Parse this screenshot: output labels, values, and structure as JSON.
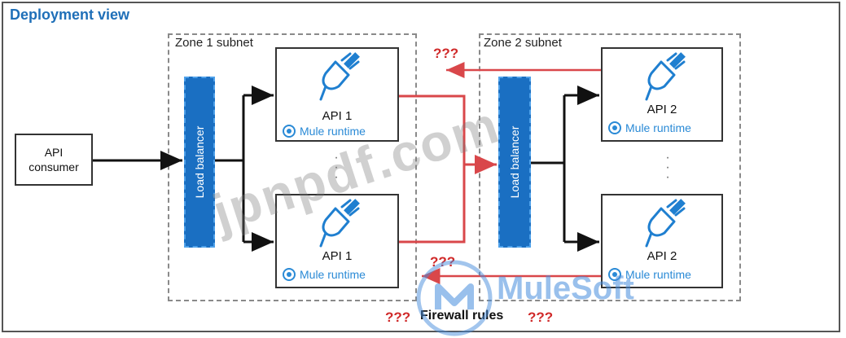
{
  "title": "Deployment view",
  "zone1": {
    "label": "Zone 1 subnet",
    "lb_label": "Load balancer",
    "api_top": {
      "label": "API 1",
      "runtime": "Mule runtime"
    },
    "api_bottom": {
      "label": "API 1",
      "runtime": "Mule runtime"
    }
  },
  "zone2": {
    "label": "Zone 2 subnet",
    "lb_label": "Load balancer",
    "api_top": {
      "label": "API 2",
      "runtime": "Mule runtime"
    },
    "api_bottom": {
      "label": "API 2",
      "runtime": "Mule runtime"
    }
  },
  "consumer": {
    "line1": "API",
    "line2": "consumer"
  },
  "firewall": {
    "label": "Firewall rules",
    "unknown_left": "???",
    "unknown_right": "???"
  },
  "unknown_top": "???",
  "unknown_mid": "???",
  "watermark": "jpnpdf.com",
  "logo": {
    "text": "MuleSoft",
    "icon": "mulesoft-logo-icon"
  },
  "colors": {
    "accent": "#1f6fb8",
    "lb": "#1a6fc2",
    "runtime": "#2a8ad6",
    "firewall_arrow": "#d9474a"
  },
  "icons": {
    "api": "plug-icon",
    "runtime": "mule-runtime-icon"
  }
}
